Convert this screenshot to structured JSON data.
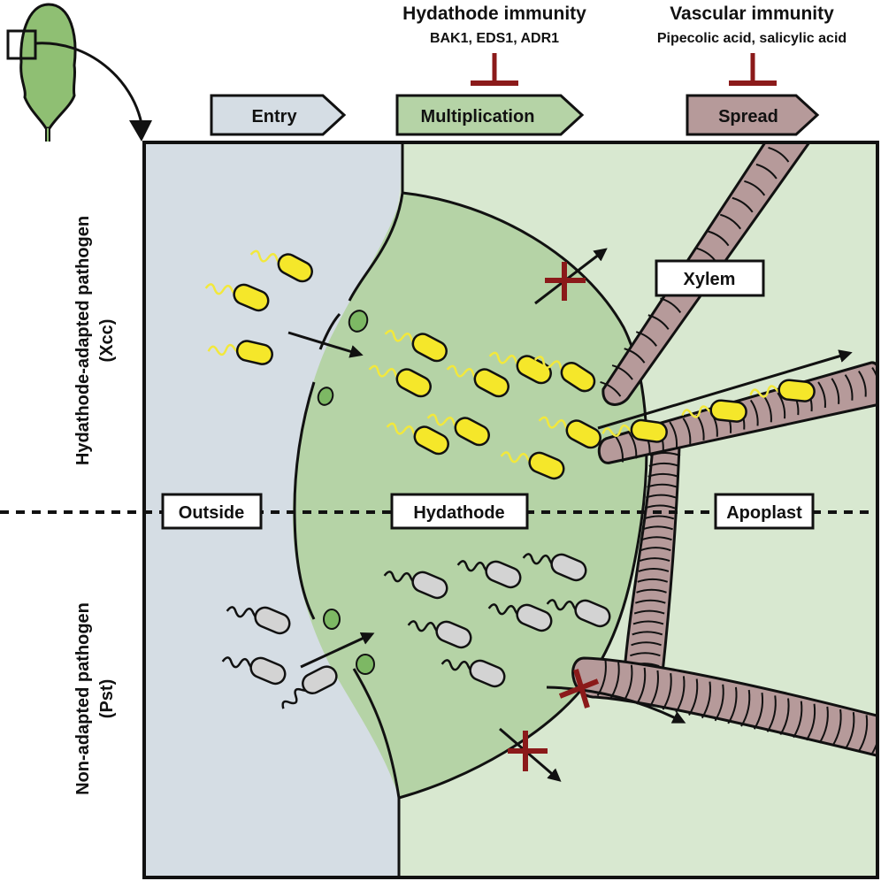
{
  "colors": {
    "outside": "#d5dde4",
    "hydathode": "#b5d3a6",
    "apoplast": "#d8e8d0",
    "xylem": "#b69a9a",
    "leaf": "#8fbf73",
    "bacteria_adapted": "#f5e72a",
    "bacteria_adapted_flagellum": "#f2e83c",
    "bacteria_nonadapted": "#d3d3d3",
    "stoma_guard": "#7db864",
    "inhibition": "#8b1a1a",
    "stage_entry": "#d5dde4",
    "stage_multiplication": "#b5d3a6",
    "stage_spread": "#b69a9a"
  },
  "header": {
    "hydathode_immunity": {
      "title": "Hydathode immunity",
      "subtitle": "BAK1, EDS1, ADR1",
      "icon": "inhibition-t-icon"
    },
    "vascular_immunity": {
      "title": "Vascular immunity",
      "subtitle": "Pipecolic acid, salicylic acid",
      "icon": "inhibition-t-icon"
    }
  },
  "stages": [
    {
      "label": "Entry"
    },
    {
      "label": "Multiplication"
    },
    {
      "label": "Spread"
    }
  ],
  "row_labels": {
    "top": {
      "line1": "Hydathode-adapted pathogen",
      "line2": "(Xcc)"
    },
    "bottom": {
      "line1": "Non-adapted pathogen",
      "line2": "(Pst)"
    }
  },
  "region_labels": {
    "outside": "Outside",
    "hydathode": "Hydathode",
    "apoplast": "Apoplast",
    "xylem": "Xylem"
  },
  "icons": {
    "leaf": "leaf-icon",
    "zoom_box": "zoom-box-icon",
    "blocked": "red-cross-icon"
  }
}
